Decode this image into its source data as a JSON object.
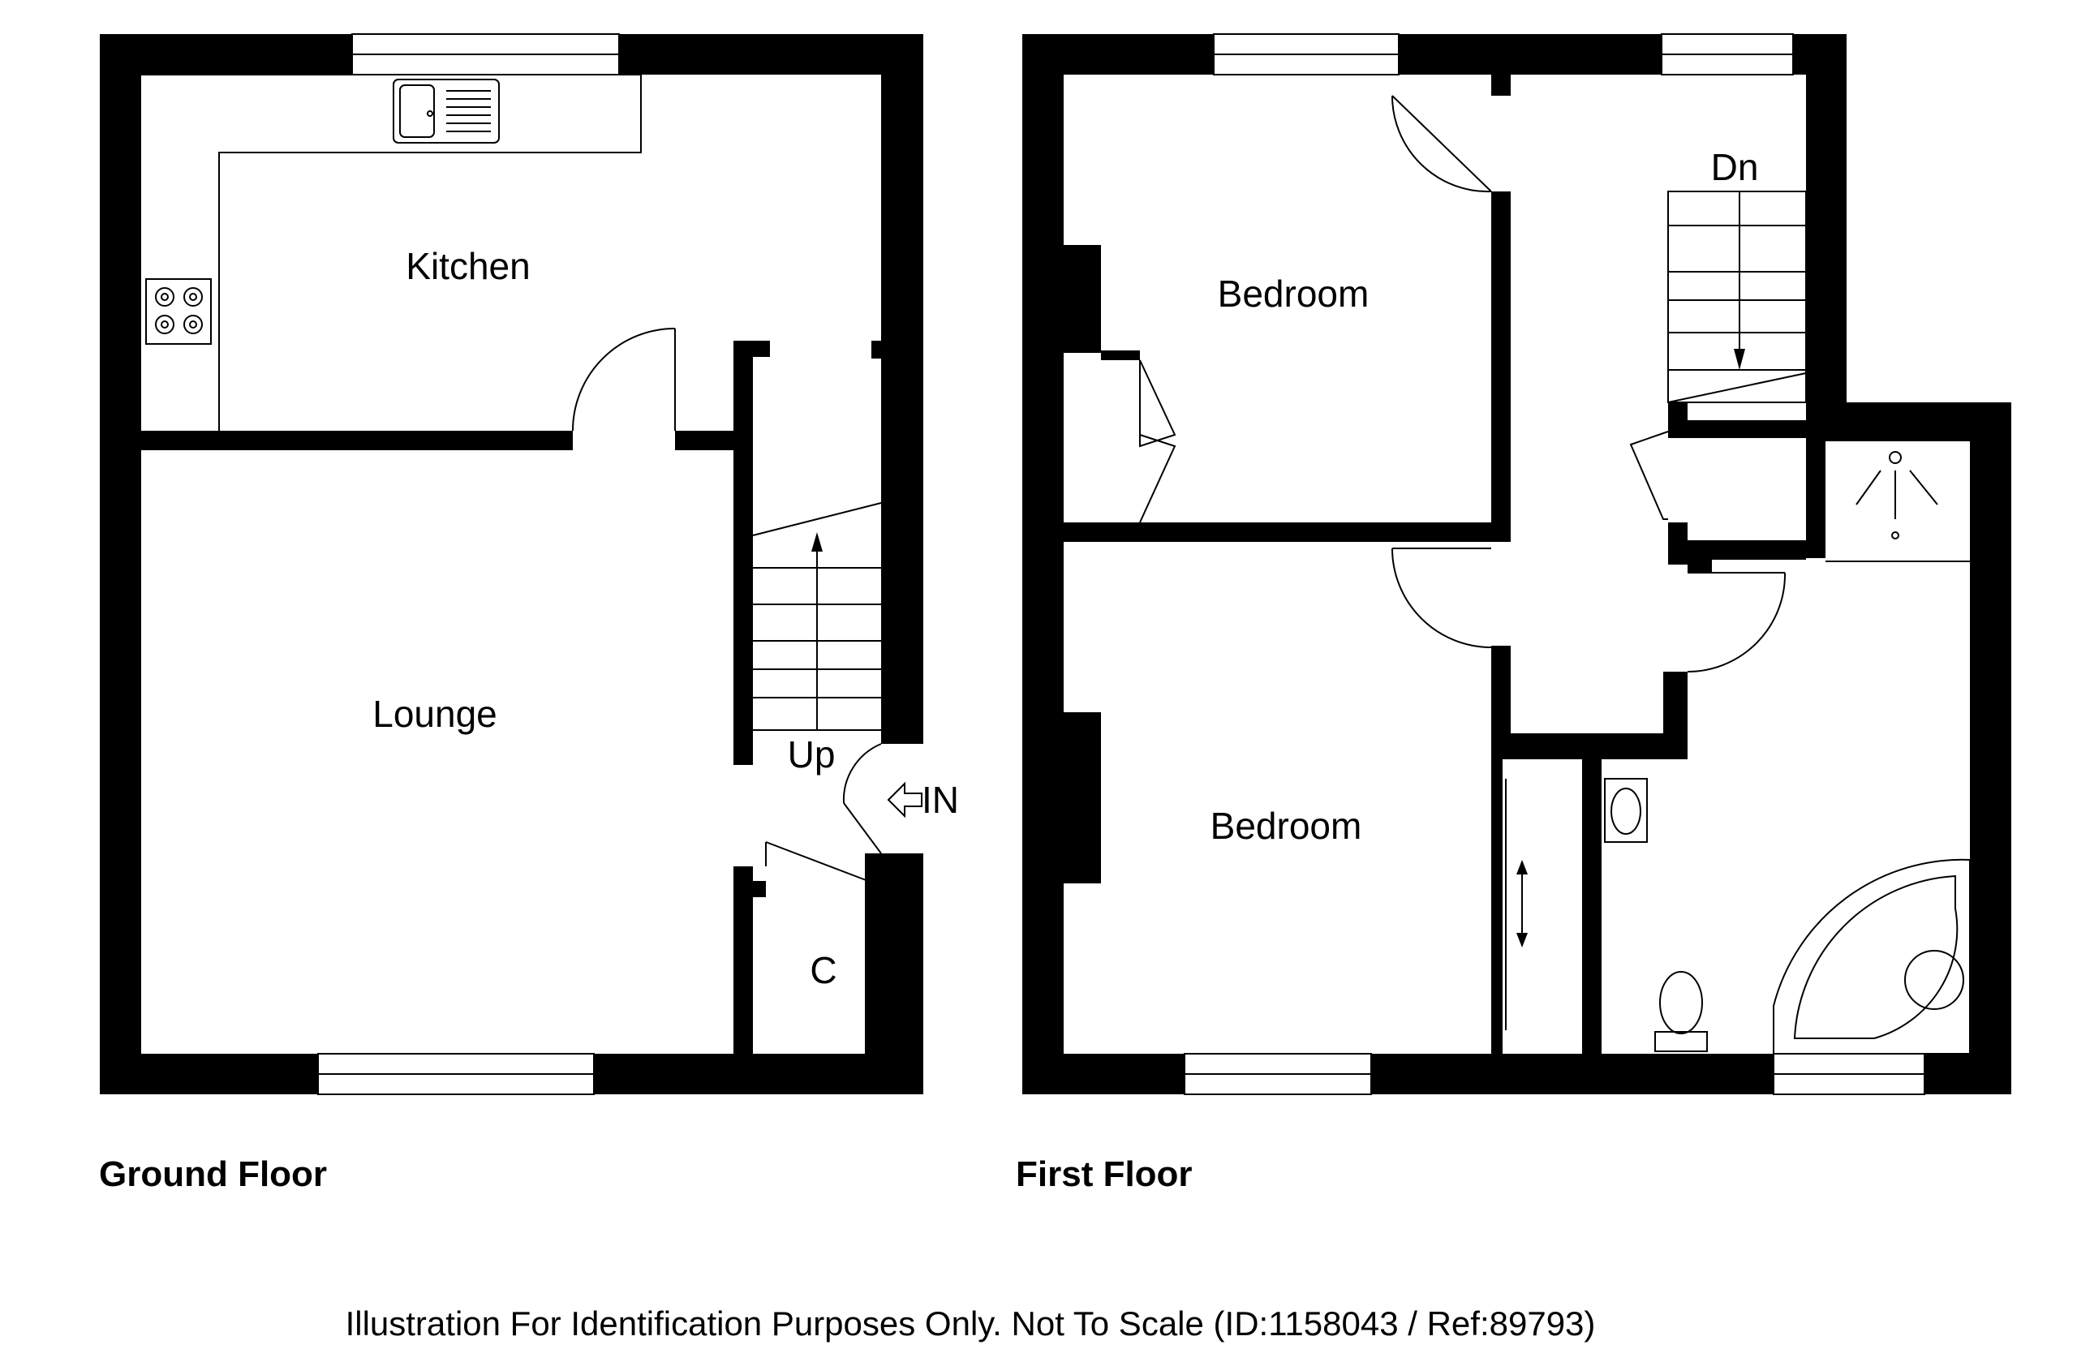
{
  "floors": [
    {
      "label": "Ground Floor",
      "rooms": [
        "Kitchen",
        "Lounge",
        "C"
      ],
      "annotations": [
        "Up",
        "IN"
      ]
    },
    {
      "label": "First Floor",
      "rooms": [
        "Bedroom",
        "Bedroom"
      ],
      "annotations": [
        "Dn"
      ]
    }
  ],
  "footer": "Illustration For Identification Purposes Only. Not To Scale (ID:1158043 / Ref:89793)"
}
